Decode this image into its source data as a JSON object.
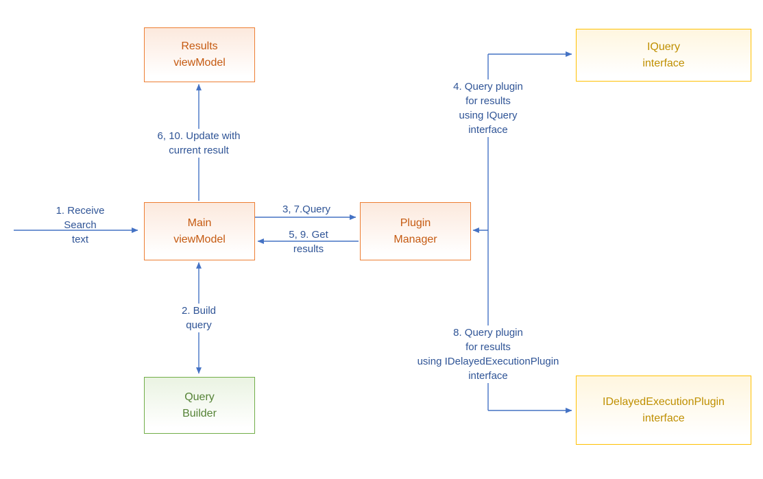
{
  "colors": {
    "arrow": "#4472C4",
    "label-text": "#2F5496",
    "orange-border": "#ED7D31",
    "orange-text": "#C55A11",
    "orange-fill-top": "#FCE9DD",
    "green-border": "#70AD47",
    "green-text": "#548235",
    "green-fill-top": "#EAF3E2",
    "gold-border": "#FFC000",
    "gold-text": "#BF8F00",
    "gold-fill-top": "#FFF6DF"
  },
  "boxes": {
    "results_viewmodel": "Results\nviewModel",
    "iquery_interface": "IQuery\ninterface",
    "main_viewmodel": "Main\nviewModel",
    "plugin_manager": "Plugin\nManager",
    "query_builder": "Query\nBuilder",
    "idelayedexecutionplugin_interface": "IDelayedExecutionPlugin\ninterface"
  },
  "labels": {
    "receive_search_text": "1. Receive\nSearch\ntext",
    "build_query": "2. Build\nquery",
    "query_37": "3, 7.Query",
    "query_plugin_iquery": "4. Query plugin\nfor results\nusing IQuery\ninterface",
    "get_results_59": "5, 9. Get\nresults",
    "update_with_current_result": "6, 10. Update with\ncurrent result",
    "query_plugin_idelayed": "8. Query plugin\nfor results\nusing IDelayedExecutionPlugin\ninterface"
  }
}
